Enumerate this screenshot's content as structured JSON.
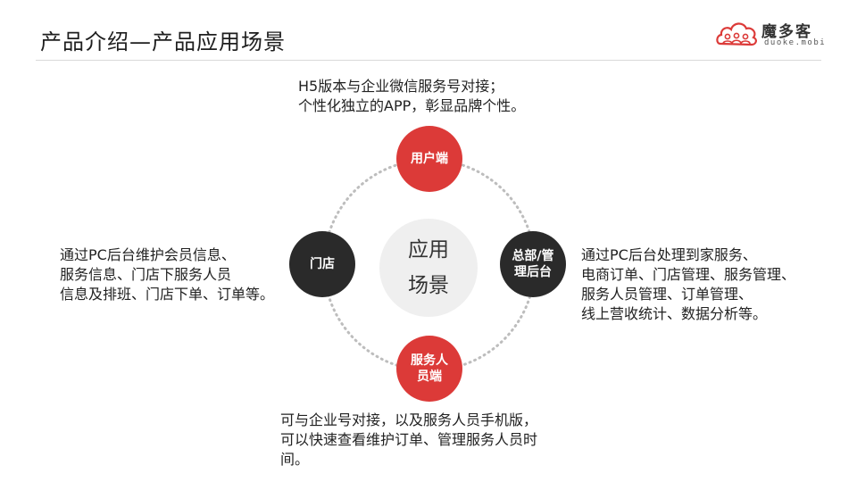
{
  "header": {
    "title": "产品介绍—产品应用场景",
    "logo_name": "魔多客",
    "logo_url": "duoke.mobi"
  },
  "colors": {
    "accent_red": "#dc3a38",
    "dark": "#2a2a2a",
    "ring": "#bdbdbd"
  },
  "center_label": "应用场景",
  "nodes": {
    "user": {
      "label": "用户端"
    },
    "store": {
      "label": "门店"
    },
    "hq": {
      "label": "总部/管理后台"
    },
    "staff": {
      "label": "服务人员端"
    }
  },
  "descriptions": {
    "user": {
      "line1": "H5版本与企业微信服务号对接；",
      "line2": "个性化独立的APP，彰显品牌个性。"
    },
    "store": {
      "line1": "通过PC后台维护会员信息、",
      "line2": "服务信息、门店下服务人员",
      "line3": "信息及排班、门店下单、订单等。"
    },
    "hq": {
      "line1": "通过PC后台处理到家服务、",
      "line2": "电商订单、门店管理、服务管理、",
      "line3": "服务人员管理、订单管理、",
      "line4": "线上营收统计、数据分析等。"
    },
    "staff": {
      "line1": "可与企业号对接，以及服务人员手机版，",
      "line2": "可以快速查看维护订单、管理服务人员时",
      "line3": "间。"
    }
  }
}
